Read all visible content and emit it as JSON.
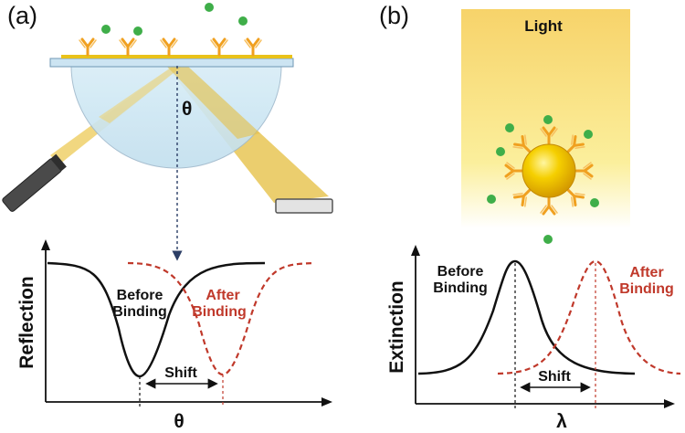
{
  "figure": {
    "panel_a": {
      "label": "(a)",
      "angle_symbol": "θ",
      "chart": {
        "ylabel": "Reflection",
        "xlabel": "θ",
        "shift_label": "Shift",
        "before_label_line1": "Before",
        "before_label_line2": "Binding",
        "after_label_line1": "After",
        "after_label_line2": "Binding"
      }
    },
    "panel_b": {
      "label": "(b)",
      "light_label": "Light",
      "chart": {
        "ylabel": "Extinction",
        "xlabel": "λ",
        "shift_label": "Shift",
        "before_label_line1": "Before",
        "before_label_line2": "Binding",
        "after_label_line1": "After",
        "after_label_line2": "Binding"
      }
    },
    "colors": {
      "before_curve": "#111111",
      "after_curve": "#c0392b",
      "antibody": "#f0a020",
      "antigen": "#3fae49",
      "light_beam": "#e8c64a",
      "gold_sensor": "#f2c200",
      "prism": "#cfe6f2"
    }
  }
}
